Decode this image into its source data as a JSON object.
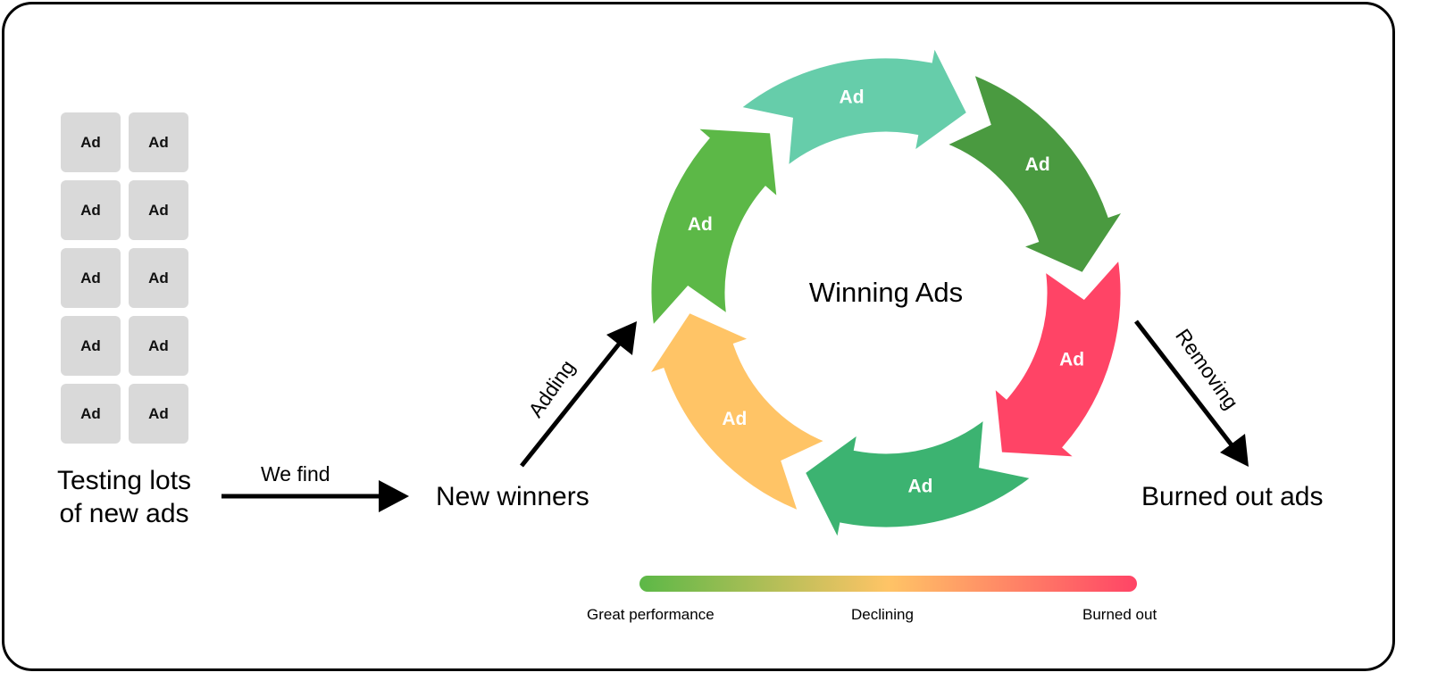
{
  "testing": {
    "tiles": [
      "Ad",
      "Ad",
      "Ad",
      "Ad",
      "Ad",
      "Ad",
      "Ad",
      "Ad",
      "Ad",
      "Ad"
    ],
    "label_line1": "Testing lots",
    "label_line2": "of new ads"
  },
  "flow": {
    "we_find": "We find",
    "new_winners": "New winners",
    "adding": "Adding",
    "removing": "Removing",
    "burned_out_ads": "Burned out ads"
  },
  "cycle": {
    "center_label": "Winning Ads",
    "segments": [
      {
        "label": "Ad",
        "color": "#66cdaa"
      },
      {
        "label": "Ad",
        "color": "#4a9a40"
      },
      {
        "label": "Ad",
        "color": "#ff4466"
      },
      {
        "label": "Ad",
        "color": "#3cb371"
      },
      {
        "label": "Ad",
        "color": "#ffc466"
      },
      {
        "label": "Ad",
        "color": "#5cb847"
      }
    ]
  },
  "scale": {
    "colors": [
      "#5cb847",
      "#ffc466",
      "#ff4466"
    ],
    "labels": [
      "Great performance",
      "Declining",
      "Burned out"
    ]
  }
}
